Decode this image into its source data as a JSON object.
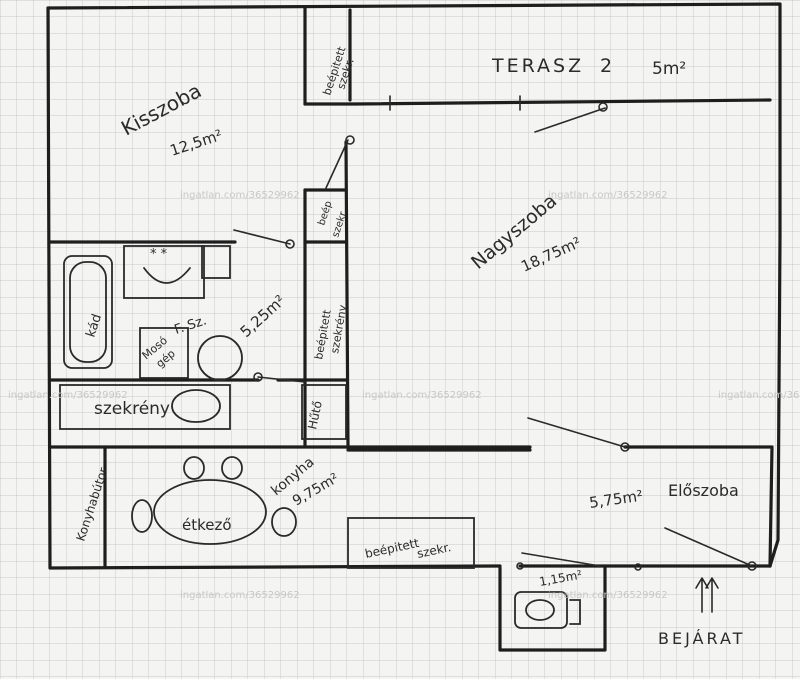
{
  "plan": {
    "rooms": {
      "kisszoba": {
        "name": "Kisszoba",
        "area": "12,5m²"
      },
      "terasz": {
        "name": "TERASZ",
        "area": "5m²"
      },
      "nagyszoba": {
        "name": "Nagyszoba",
        "area": "18,75m²"
      },
      "furdo": {
        "name": "F. Sz.",
        "area": "5,25m²"
      },
      "konyha": {
        "name": "konyha",
        "area": "9,75m²"
      },
      "eloszoba": {
        "name": "Előszoba",
        "area": "5,75m²"
      },
      "wc": {
        "area": "1,15m²"
      }
    },
    "labels": {
      "kad": "kád",
      "mosogep": [
        "Mosó",
        "gép"
      ],
      "szekreny": "szekrény",
      "huto": "Hűtő",
      "etkezo": "étkező",
      "konyhabutor": "Konyhabútor",
      "beepitett_top": [
        "beépitett",
        "szekr."
      ],
      "beepitett_small": [
        "beép",
        "szekr."
      ],
      "beepitett_mid": [
        "beépitett",
        "szekrény"
      ],
      "beepitett_bottom": [
        "beépitett",
        "szekr."
      ],
      "bejarat": "BEJÁRAT"
    },
    "watermark": "ingatlan.com/36529962"
  }
}
